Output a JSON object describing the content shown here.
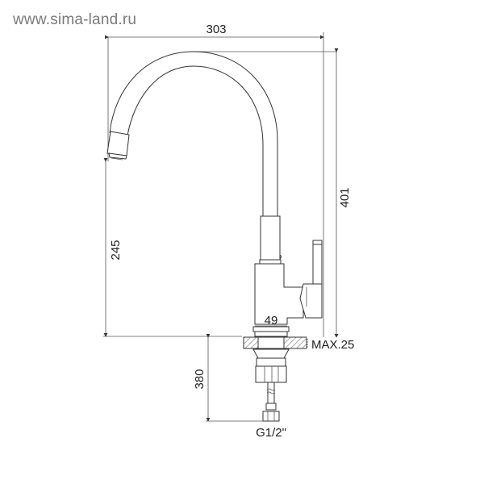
{
  "watermark": "www.sima-land.ru",
  "drawing": {
    "subject": "kitchen faucet side-view technical drawing",
    "dimensions": {
      "overall_reach": "303",
      "overall_height": "401",
      "spout_clearance": "245",
      "base_diameter": "49",
      "max_countertop": "MAX.25",
      "hose_length": "380",
      "connection_thread": "G1/2\""
    }
  }
}
